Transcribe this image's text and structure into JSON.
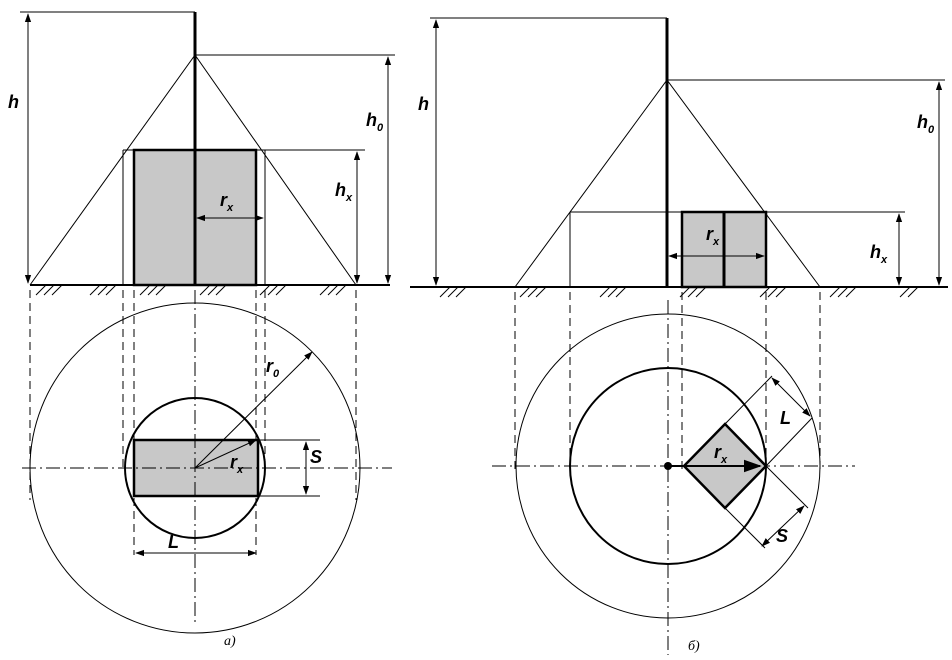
{
  "figure_a": {
    "caption": "а)",
    "labels": {
      "h": "h",
      "h0": "h",
      "h0_sub": "0",
      "hx": "h",
      "hx_sub": "x",
      "rx": "r",
      "rx_sub": "x",
      "r0": "r",
      "r0_sub": "0",
      "rx_plan": "r",
      "rx_plan_sub": "x",
      "S": "S",
      "L": "L"
    }
  },
  "figure_b": {
    "caption": "б)",
    "labels": {
      "h": "h",
      "h0": "h",
      "h0_sub": "0",
      "hx": "h",
      "hx_sub": "x",
      "rx": "r",
      "rx_sub": "x",
      "rx_plan": "r",
      "rx_plan_sub": "x",
      "L": "L",
      "S": "S"
    }
  }
}
